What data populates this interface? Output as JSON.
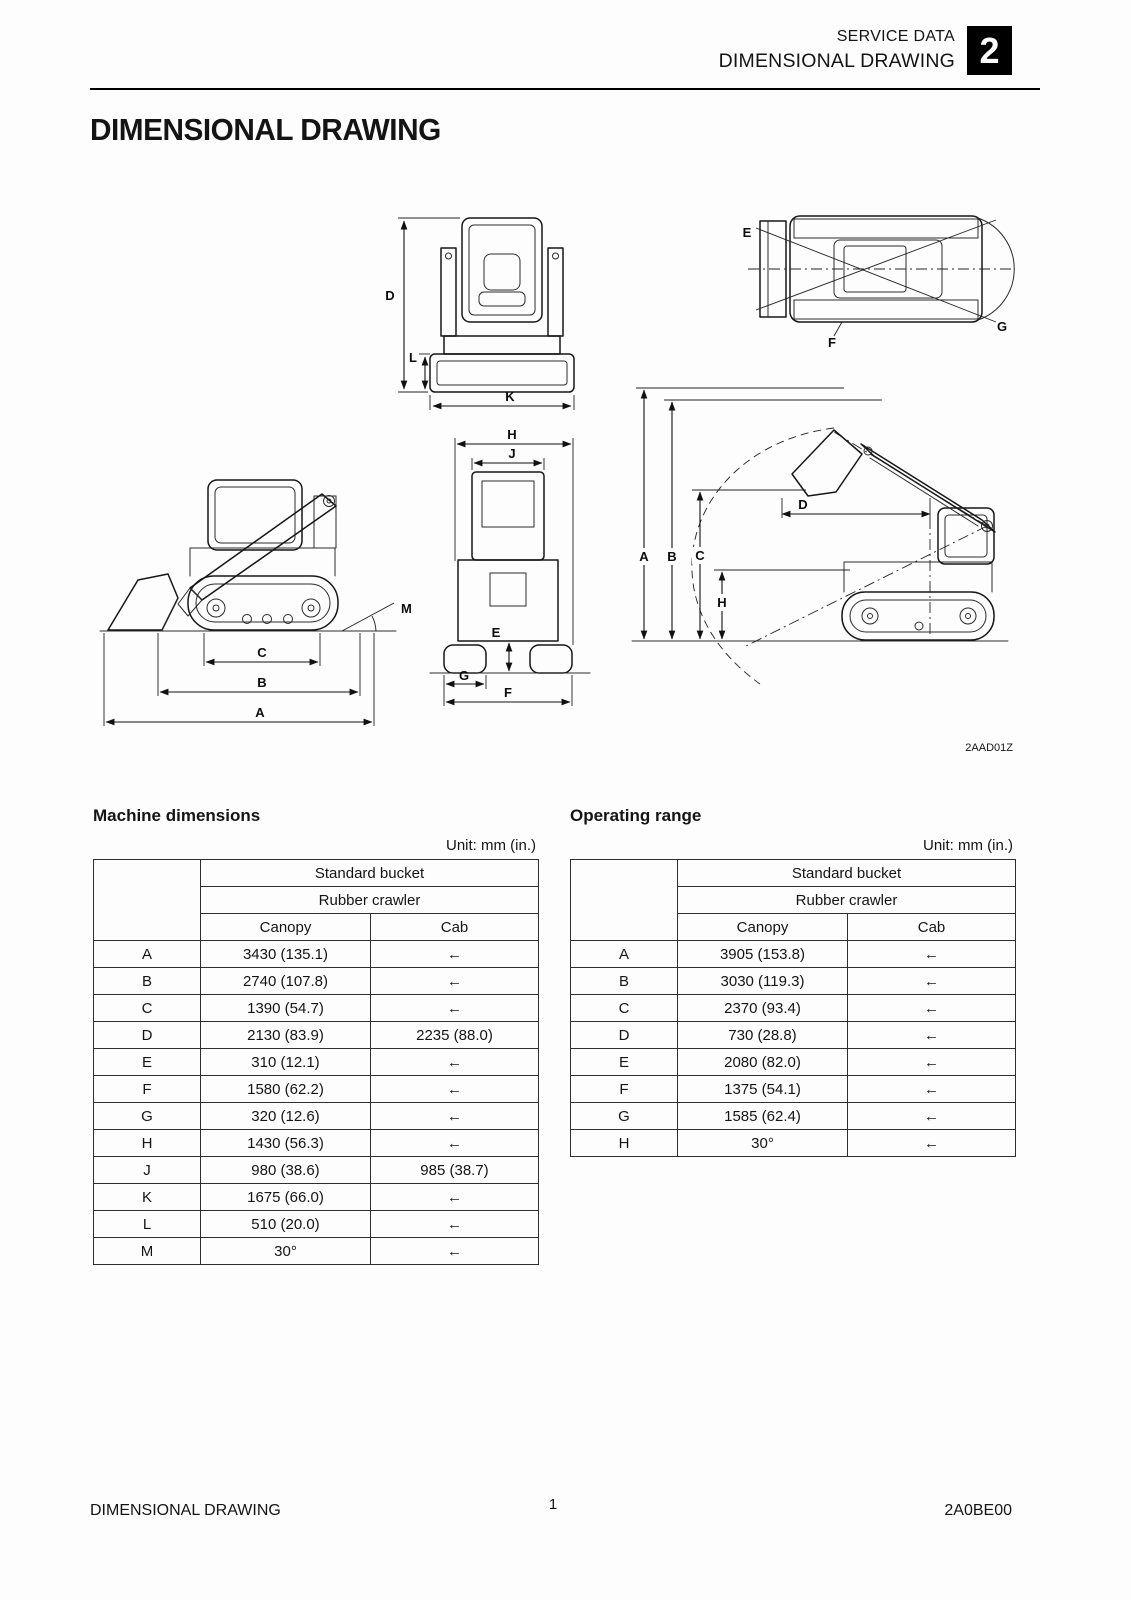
{
  "header": {
    "service_data": "SERVICE DATA",
    "section_title": "DIMENSIONAL DRAWING",
    "chapter_number": "2"
  },
  "page_title": "DIMENSIONAL DRAWING",
  "figure": {
    "code": "2AAD01Z",
    "front_view": {
      "d": "D",
      "l": "L",
      "k": "K"
    },
    "top_view": {
      "e": "E",
      "f": "F",
      "g": "G"
    },
    "side_view": {
      "m": "M",
      "c": "C",
      "b": "B",
      "a": "A"
    },
    "rear_view": {
      "h": "H",
      "j": "J",
      "e": "E",
      "g": "G",
      "f": "F"
    },
    "range_view": {
      "a": "A",
      "b": "B",
      "c": "C",
      "d": "D",
      "h": "H"
    }
  },
  "machine_dimensions": {
    "heading": "Machine dimensions",
    "unit": "Unit: mm (in.)",
    "header": {
      "group1": "Standard bucket",
      "group2": "Rubber crawler",
      "col1": "Canopy",
      "col2": "Cab"
    },
    "rows": [
      {
        "label": "A",
        "canopy": "3430 (135.1)",
        "cab": "←"
      },
      {
        "label": "B",
        "canopy": "2740 (107.8)",
        "cab": "←"
      },
      {
        "label": "C",
        "canopy": "1390 (54.7)",
        "cab": "←"
      },
      {
        "label": "D",
        "canopy": "2130 (83.9)",
        "cab": "2235 (88.0)"
      },
      {
        "label": "E",
        "canopy": "310 (12.1)",
        "cab": "←"
      },
      {
        "label": "F",
        "canopy": "1580 (62.2)",
        "cab": "←"
      },
      {
        "label": "G",
        "canopy": "320 (12.6)",
        "cab": "←"
      },
      {
        "label": "H",
        "canopy": "1430 (56.3)",
        "cab": "←"
      },
      {
        "label": "J",
        "canopy": "980 (38.6)",
        "cab": "985 (38.7)"
      },
      {
        "label": "K",
        "canopy": "1675 (66.0)",
        "cab": "←"
      },
      {
        "label": "L",
        "canopy": "510 (20.0)",
        "cab": "←"
      },
      {
        "label": "M",
        "canopy": "30°",
        "cab": "←"
      }
    ]
  },
  "operating_range": {
    "heading": "Operating range",
    "unit": "Unit: mm (in.)",
    "header": {
      "group1": "Standard bucket",
      "group2": "Rubber crawler",
      "col1": "Canopy",
      "col2": "Cab"
    },
    "rows": [
      {
        "label": "A",
        "canopy": "3905 (153.8)",
        "cab": "←"
      },
      {
        "label": "B",
        "canopy": "3030 (119.3)",
        "cab": "←"
      },
      {
        "label": "C",
        "canopy": "2370 (93.4)",
        "cab": "←"
      },
      {
        "label": "D",
        "canopy": "730 (28.8)",
        "cab": "←"
      },
      {
        "label": "E",
        "canopy": "2080 (82.0)",
        "cab": "←"
      },
      {
        "label": "F",
        "canopy": "1375 (54.1)",
        "cab": "←"
      },
      {
        "label": "G",
        "canopy": "1585 (62.4)",
        "cab": "←"
      },
      {
        "label": "H",
        "canopy": "30°",
        "cab": "←"
      }
    ]
  },
  "footer": {
    "left": "DIMENSIONAL DRAWING",
    "page_number": "1",
    "right": "2A0BE00"
  }
}
